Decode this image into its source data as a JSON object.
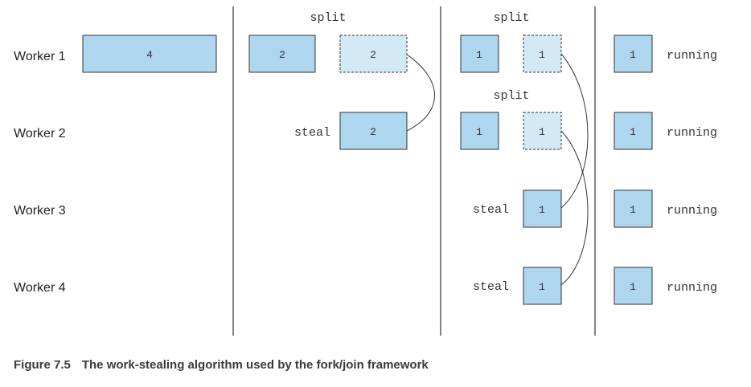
{
  "workers": [
    "Worker 1",
    "Worker 2",
    "Worker 3",
    "Worker 4"
  ],
  "colors": {
    "task_fill": "#aed6ef",
    "split_fill": "#d3e9f6",
    "stroke": "#333333"
  },
  "words": {
    "split": "split",
    "steal": "steal",
    "running": "running"
  },
  "phase1": {
    "worker1_task": "4"
  },
  "phase2": {
    "worker1_kept": "2",
    "worker1_split": "2",
    "worker2_stolen": "2"
  },
  "phase3": {
    "worker1_kept": "1",
    "worker1_split": "1",
    "worker2_kept": "1",
    "worker2_split": "1",
    "worker3_stolen": "1",
    "worker4_stolen": "1"
  },
  "phase4": {
    "worker1": "1",
    "worker2": "1",
    "worker3": "1",
    "worker4": "1"
  },
  "caption": {
    "number": "Figure 7.5",
    "text": "The work-stealing algorithm used by the fork/join framework"
  }
}
